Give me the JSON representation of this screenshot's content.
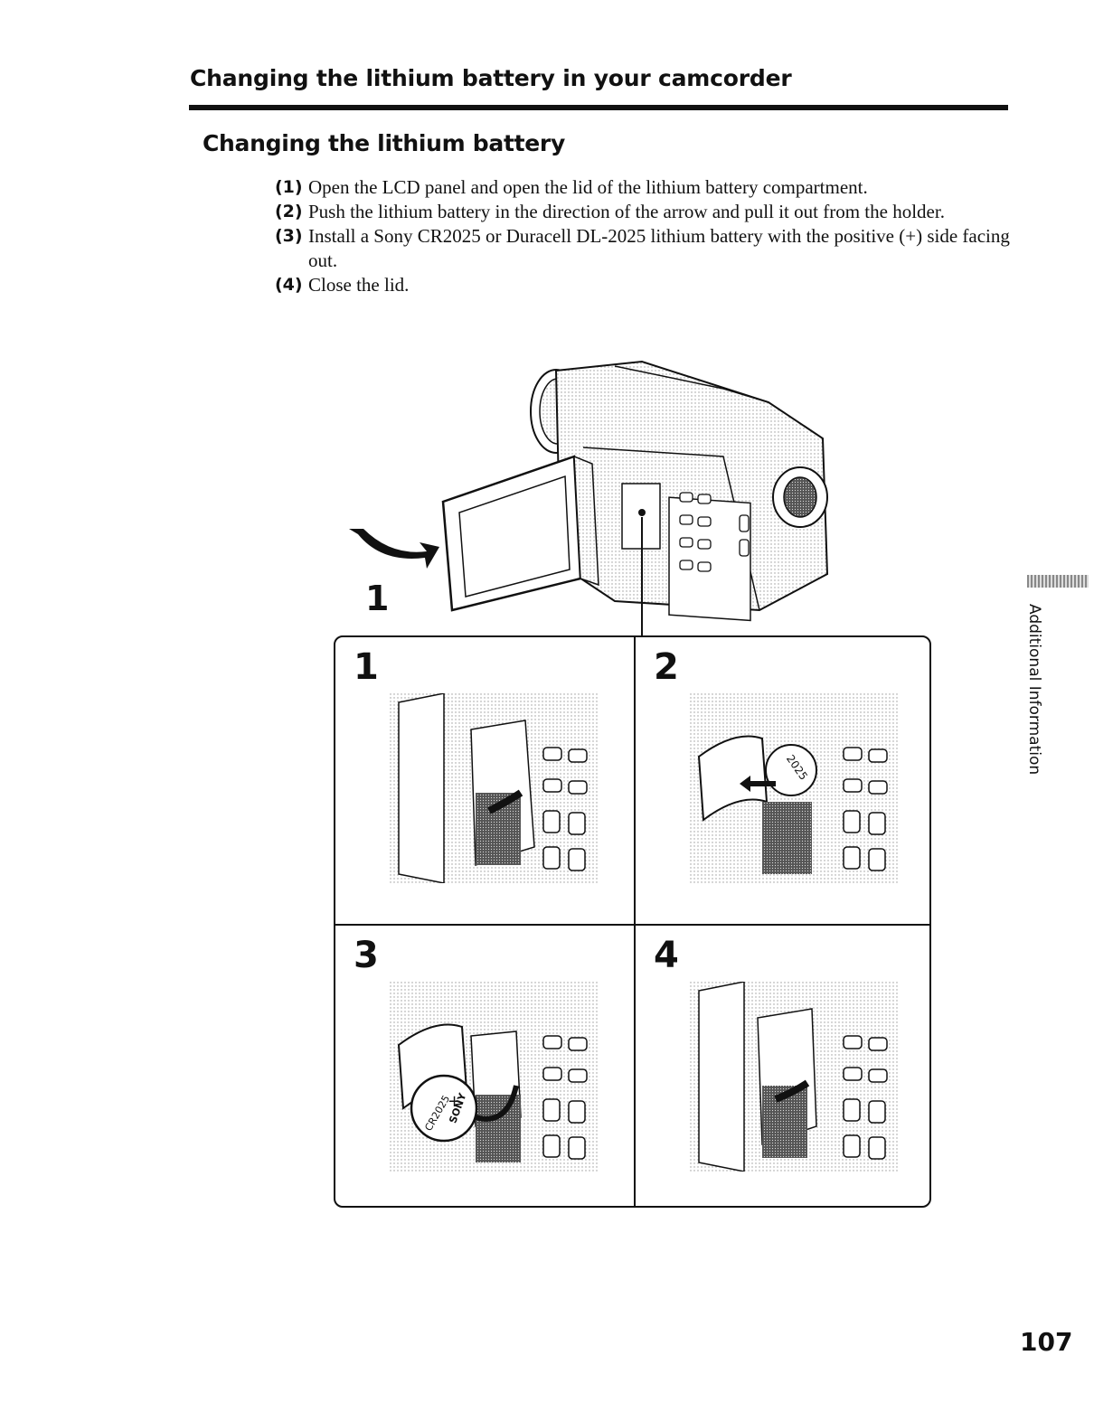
{
  "header": {
    "section_title": "Changing the lithium battery in your camcorder",
    "subsection_title": "Changing the lithium battery"
  },
  "steps": [
    {
      "number": "(1)",
      "text": "Open the LCD panel and open the lid of the lithium battery compartment."
    },
    {
      "number": "(2)",
      "text": "Push the lithium battery in the direction of the arrow and pull it out from the holder."
    },
    {
      "number": "(3)",
      "text": "Install a Sony CR2025 or Duracell DL-2025 lithium battery with the positive (+) side facing out."
    },
    {
      "number": "(4)",
      "text": "Close the lid."
    }
  ],
  "illustration": {
    "callout_label": "1",
    "panels": [
      {
        "label": "1"
      },
      {
        "label": "2",
        "battery_text": "2025"
      },
      {
        "label": "3",
        "battery_text": "CR2025",
        "battery_brand": "SONY",
        "battery_polarity": "+"
      },
      {
        "label": "4"
      }
    ]
  },
  "side_tab": {
    "label": "Additional Information"
  },
  "page_number": "107"
}
